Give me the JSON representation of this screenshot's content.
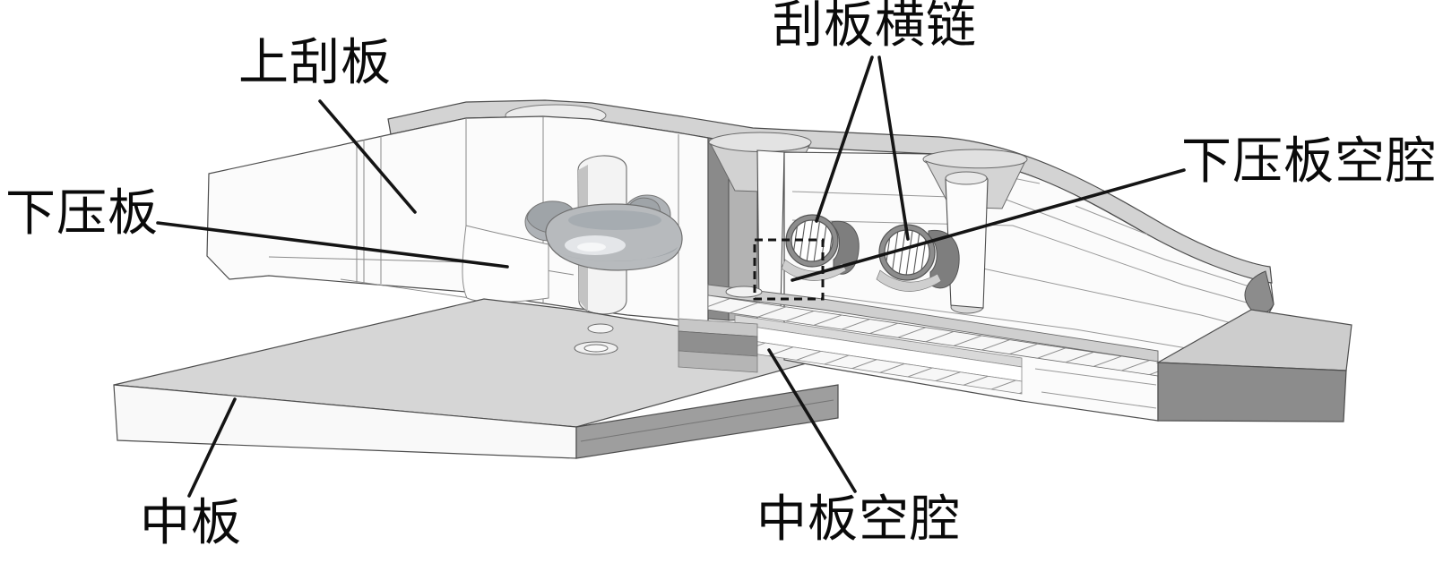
{
  "figure": {
    "kind": "engineering-annotation-diagram",
    "description": "3D CAD cutaway view of a scraper / press-plate mold assembly with Chinese callout labels",
    "labels": [
      {
        "id": "upper-scraper",
        "text": "上刮板"
      },
      {
        "id": "scraper-cross-chain",
        "text": "刮板横链"
      },
      {
        "id": "lower-press-plate",
        "text": "下压板"
      },
      {
        "id": "lower-press-plate-cavity",
        "text": "下压板空腔"
      },
      {
        "id": "middle-plate",
        "text": "中板"
      },
      {
        "id": "middle-plate-cavity",
        "text": "中板空腔"
      }
    ],
    "colors": {
      "background": "#ffffff",
      "outline": "#4d4d4d",
      "leader_line": "#141414",
      "cut_face_white": "#fbfbfb",
      "top_face_light_gray": "#d5d5d5",
      "side_face_mid_gray": "#9e9e9e",
      "shadow_dark_gray": "#8a8a8a",
      "chain_link_gray": "#b7babd",
      "label_text": "#0a0a0a"
    }
  }
}
